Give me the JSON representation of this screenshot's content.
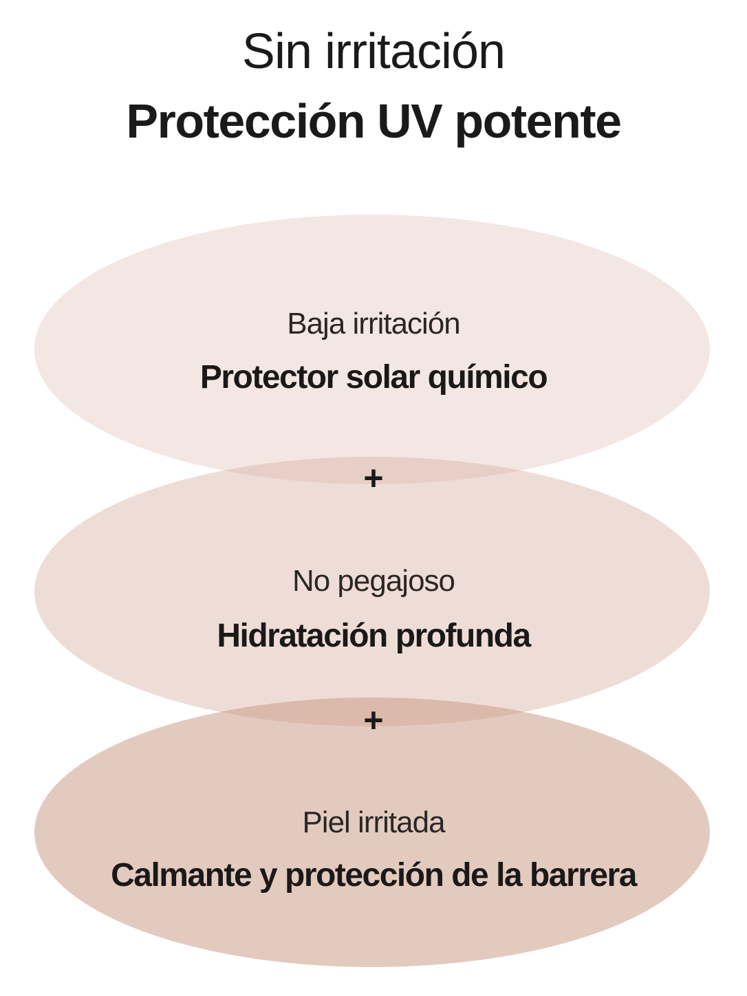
{
  "header": {
    "line1": "Sin irritación",
    "line2": "Protección UV potente"
  },
  "features": [
    {
      "subtitle": "Baja irritación",
      "title": "Protector solar químico"
    },
    {
      "subtitle": "No pegajoso",
      "title": "Hidratación profunda"
    },
    {
      "subtitle": "Piel irritada",
      "title": "Calmante y protección de la barrera"
    }
  ],
  "separators": [
    "+",
    "+"
  ],
  "colors": {
    "text": "#1c1a19",
    "ellipse_1": "#e2c4b8",
    "ellipse_2": "#d6aea0",
    "ellipse_3": "#c89680"
  }
}
